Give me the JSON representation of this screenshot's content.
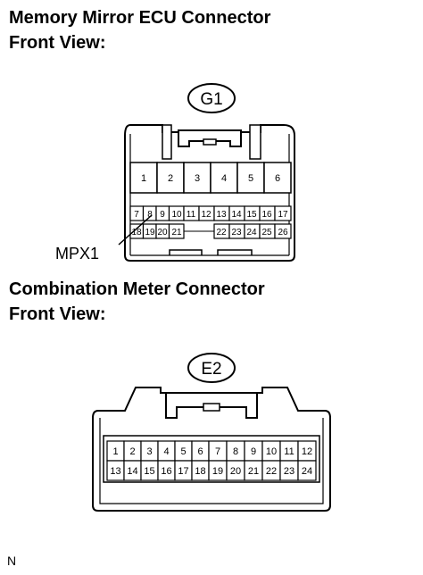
{
  "connector1": {
    "title_line1": "Memory Mirror ECU Connector",
    "title_line2": "Front View:",
    "label": "G1",
    "callout": "MPX1",
    "row1": [
      "1",
      "2",
      "3",
      "4",
      "5",
      "6"
    ],
    "row2": [
      "7",
      "8",
      "9",
      "10",
      "11",
      "12",
      "13",
      "14",
      "15",
      "16",
      "17"
    ],
    "row3": [
      "18",
      "19",
      "20",
      "21",
      "",
      "22",
      "23",
      "24",
      "25",
      "26"
    ]
  },
  "connector2": {
    "title_line1": "Combination Meter Connector",
    "title_line2": "Front View:",
    "label": "E2",
    "row1": [
      "1",
      "2",
      "3",
      "4",
      "5",
      "6",
      "7",
      "8",
      "9",
      "10",
      "11",
      "12"
    ],
    "row2": [
      "13",
      "14",
      "15",
      "16",
      "17",
      "18",
      "19",
      "20",
      "21",
      "22",
      "23",
      "24"
    ]
  },
  "footer": "N"
}
